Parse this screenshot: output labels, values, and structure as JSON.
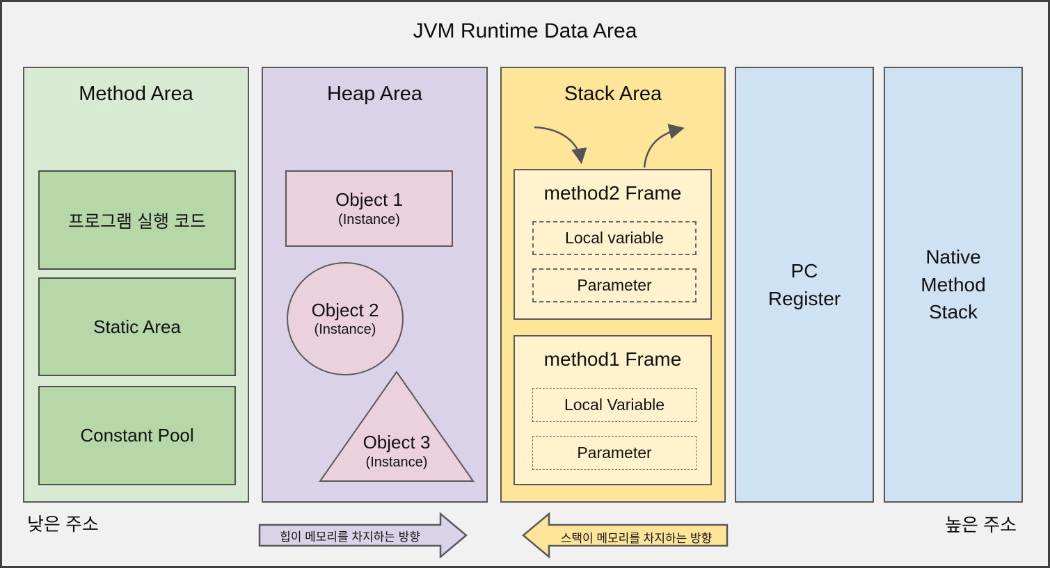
{
  "title": "JVM Runtime Data Area",
  "columns": {
    "method_area": {
      "label": "Method Area",
      "boxes": [
        "프로그램 실행 코드",
        "Static Area",
        "Constant Pool"
      ]
    },
    "heap_area": {
      "label": "Heap Area",
      "objects": [
        {
          "name": "Object 1",
          "sub": "(Instance)",
          "shape": "rectangle"
        },
        {
          "name": "Object 2",
          "sub": "(Instance)",
          "shape": "circle"
        },
        {
          "name": "Object 3",
          "sub": "(Instance)",
          "shape": "triangle"
        }
      ]
    },
    "stack_area": {
      "label": "Stack Area",
      "frames": [
        {
          "title": "method2 Frame",
          "slots": [
            "Local variable",
            "Parameter"
          ]
        },
        {
          "title": "method1 Frame",
          "slots": [
            "Local Variable",
            "Parameter"
          ]
        }
      ],
      "icons": [
        "stack-push-curved-arrow",
        "stack-pop-curved-arrow"
      ]
    },
    "pc_register": {
      "label": "PC Register"
    },
    "native_method_stack": {
      "label": "Native Method Stack"
    }
  },
  "footer": {
    "low_address": "낮은 주소",
    "high_address": "높은 주소",
    "heap_direction_label": "힙이 메모리를 차지하는 방향",
    "stack_direction_label": "스택이 메모리를 차지하는 방향"
  },
  "colors": {
    "background": "#f1f1f1",
    "method_area_fill": "#d9ead3",
    "method_box_fill": "#b6d7a8",
    "heap_area_fill": "#d9d2e9",
    "heap_object_fill": "#ead1dc",
    "stack_area_fill": "#ffe599",
    "stack_frame_fill": "#fff2cc",
    "register_fill": "#cfe2f3",
    "border": "#595959",
    "arrow_stroke": "#555555"
  }
}
